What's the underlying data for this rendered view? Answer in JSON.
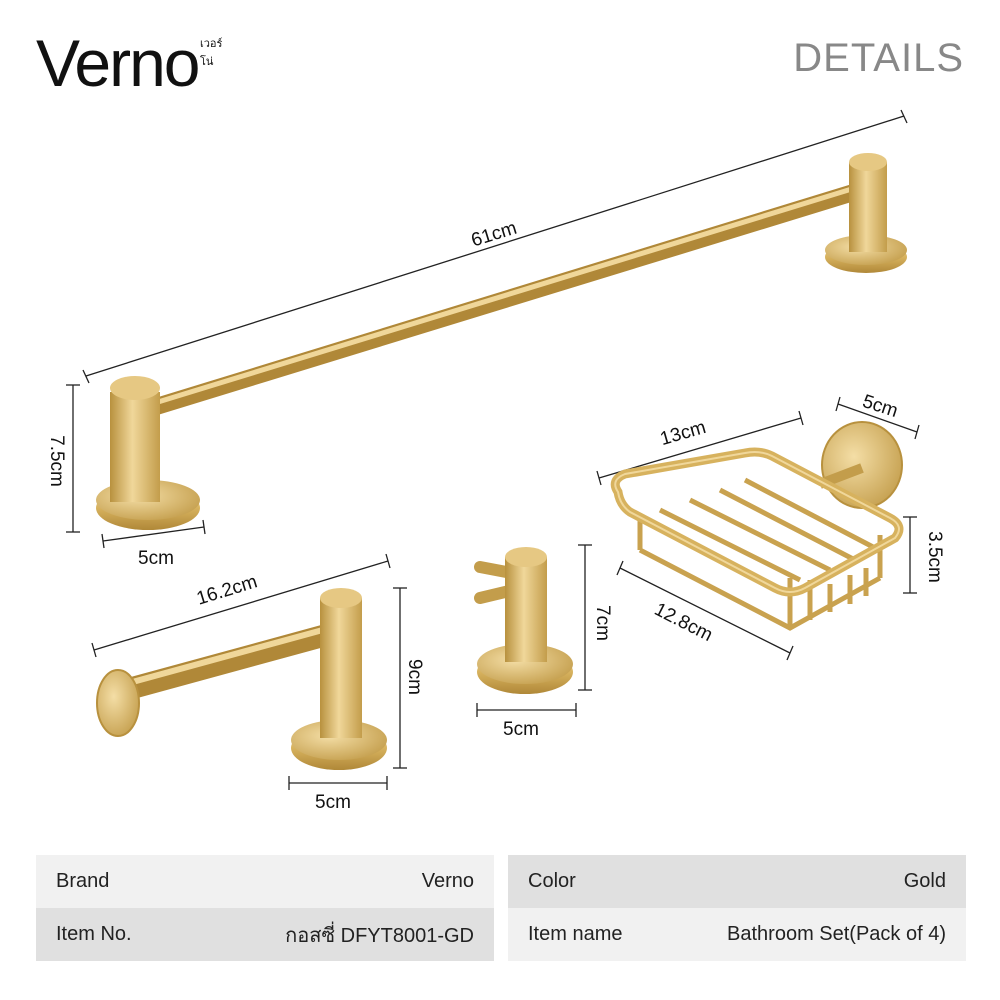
{
  "brand": {
    "name": "Verno",
    "subtitle": "เวอร์โน่"
  },
  "header": {
    "title": "DETAILS"
  },
  "dimensions": {
    "towel_bar_length": "61cm",
    "towel_bar_height": "7.5cm",
    "towel_bar_base": "5cm",
    "paper_holder_length": "16.2cm",
    "paper_holder_height": "9cm",
    "paper_holder_base": "5cm",
    "hook_height": "7cm",
    "hook_base": "5cm",
    "soap_basket_width": "13cm",
    "soap_basket_depth": "12.8cm",
    "soap_basket_height": "3.5cm",
    "soap_basket_mount": "5cm"
  },
  "specs": {
    "left": [
      {
        "label": "Brand",
        "value": "Verno"
      },
      {
        "label": "Item No.",
        "value": "กอสซี่ DFYT8001-GD"
      }
    ],
    "right": [
      {
        "label": "Color",
        "value": "Gold"
      },
      {
        "label": "Item name",
        "value": "Bathroom Set(Pack of 4)"
      }
    ]
  },
  "colors": {
    "gold": "#d7b25e",
    "gold_dark": "#b8913e",
    "gold_light": "#f0d79a"
  }
}
